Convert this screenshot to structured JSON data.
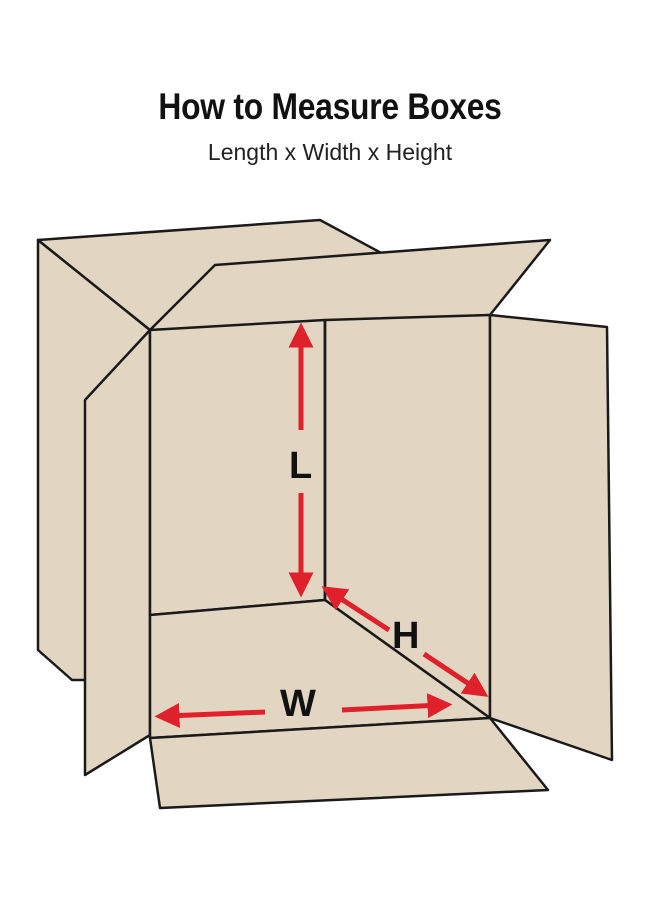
{
  "header": {
    "title": "How to Measure Boxes",
    "subtitle": "Length x Width x Height"
  },
  "labels": {
    "length": "L",
    "height": "H",
    "width": "W"
  },
  "colors": {
    "cardboard": "#e2d6c3",
    "outline": "#1a1a1a",
    "arrow": "#e0202a"
  }
}
